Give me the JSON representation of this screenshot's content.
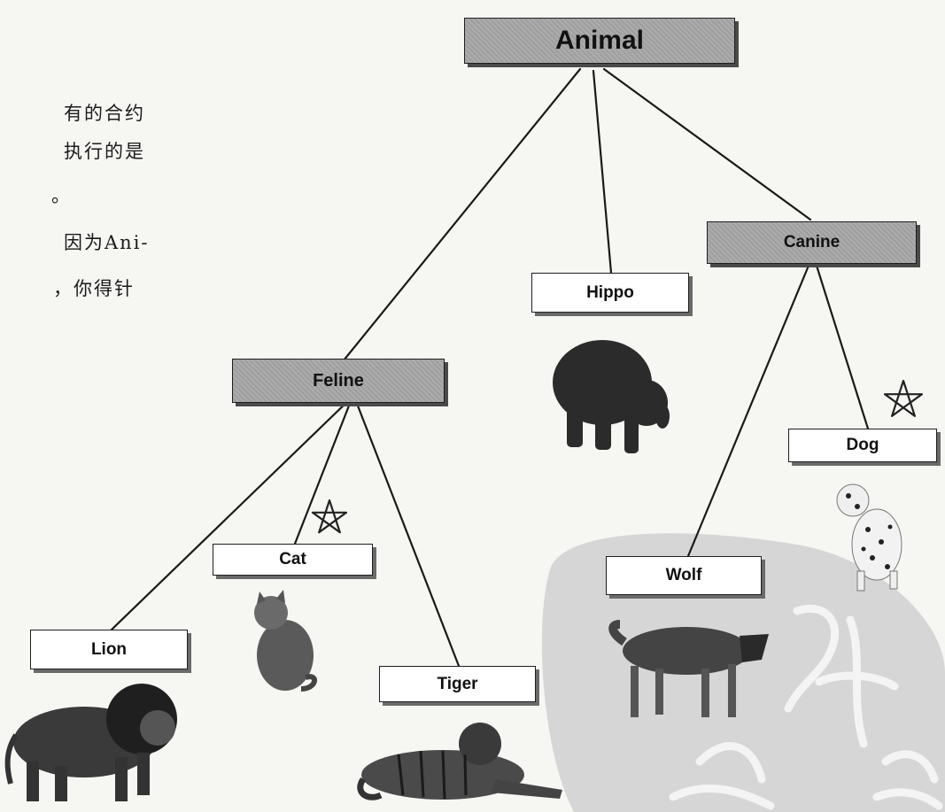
{
  "side_text": {
    "lines": [
      "有的合约",
      "执行的是",
      "。",
      "因为Ani-",
      "，你得针"
    ]
  },
  "diagram": {
    "nodes": {
      "animal": "Animal",
      "canine": "Canine",
      "hippo": "Hippo",
      "feline": "Feline",
      "dog": "Dog",
      "cat": "Cat",
      "wolf": "Wolf",
      "lion": "Lion",
      "tiger": "Tiger"
    }
  },
  "colors": {
    "abstract_fill": "#a7a7a7",
    "concrete_fill": "#ffffff",
    "line": "#1a1a1a",
    "watermark": "#d6d6d6"
  },
  "icons": [
    "star-mark",
    "hippo-image",
    "lion-image",
    "cat-image",
    "tiger-image",
    "wolf-image",
    "dog-image",
    "watermark"
  ]
}
